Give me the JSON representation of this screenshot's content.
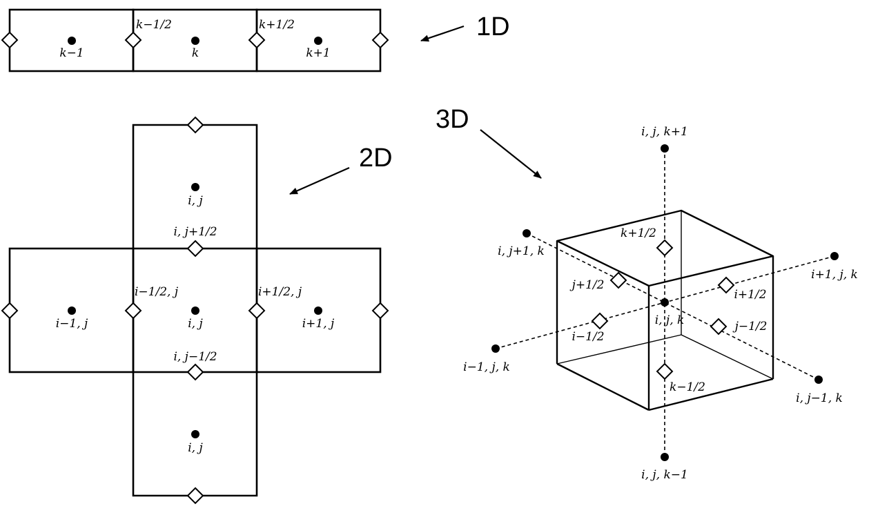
{
  "title_1d": "1D",
  "title_2d": "2D",
  "title_3d": "3D",
  "labels_1d": {
    "center_left": "k−1",
    "center_mid": "k",
    "center_right": "k+1",
    "face_left": "k−1/2",
    "face_right": "k+1/2"
  },
  "labels_2d": {
    "center_top": "i, j",
    "face_top": "i, j+1/2",
    "face_left": "i−1/2, j",
    "face_right": "i+1/2, j",
    "center_left": "i−1, j",
    "center_mid": "i, j",
    "center_right": "i+1, j",
    "face_bottom": "i, j−1/2",
    "center_bottom": "i, j"
  },
  "labels_3d": {
    "k_plus_1": "i, j, k+1",
    "j_plus_1": "i, j+1, k",
    "i_plus_1": "i+1, j, k",
    "i_minus_1": "i−1, j, k",
    "j_minus_1": "i, j−1, k",
    "k_minus_1": "i, j, k−1",
    "center": "i, j, k",
    "face_k_plus": "k+1/2",
    "face_j_plus": "j+1/2",
    "face_i_plus": "i+1/2",
    "face_i_minus": "i−1/2",
    "face_j_minus": "j−1/2",
    "face_k_minus": "k−1/2"
  }
}
